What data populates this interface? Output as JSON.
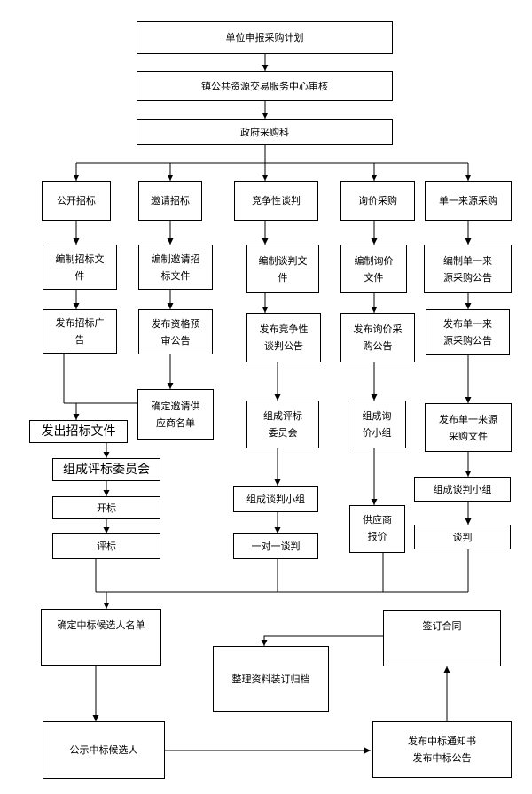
{
  "nodes": {
    "unit_plan": "单位申报采购计划",
    "center_review": "镇公共资源交易服务中心审核",
    "gov_dept": "政府采购科",
    "open_tender": "公开招标",
    "invite_tender": "邀请招标",
    "competitive": "竞争性谈判",
    "inquiry": "询价采购",
    "single_source": "单一来源采购",
    "c1_edit": "编制招标文\n件",
    "c2_edit": "编制邀请招\n标文件",
    "c3_edit": "编制谈判文\n件",
    "c4_edit": "编制询价\n文件",
    "c5_edit": "编制单一来\n源采购公告",
    "c1_publish": "发布招标广\n告",
    "c2_publish": "发布资格预\n审公告",
    "c3_publish": "发布竞争性\n谈判公告",
    "c4_publish": "发布询价采\n购公告",
    "c5_publish": "发布单一来\n源采购公告",
    "c2_confirm": "确定邀请供\n应商名单",
    "c1_issue": "发出招标文件",
    "c1_committee": "组成评标委员会",
    "c1_open": "开标",
    "c1_evaluate": "评标",
    "c3_committee": "组成评标\n委员会",
    "c3_group": "组成谈判小组",
    "c3_negotiate": "一对一谈判",
    "c4_group": "组成询\n价小组",
    "c4_quote": "供应商\n报价",
    "c5_file": "发布单一来源\n采购文件",
    "c5_group": "组成谈判小组",
    "c5_negotiate": "谈判",
    "candidates": "确定中标候选人名单",
    "archive": "整理资料装订归档",
    "sign": "签订合同",
    "publicize": "公示中标候选人",
    "notice": "发布中标通知书\n发布中标公告"
  }
}
